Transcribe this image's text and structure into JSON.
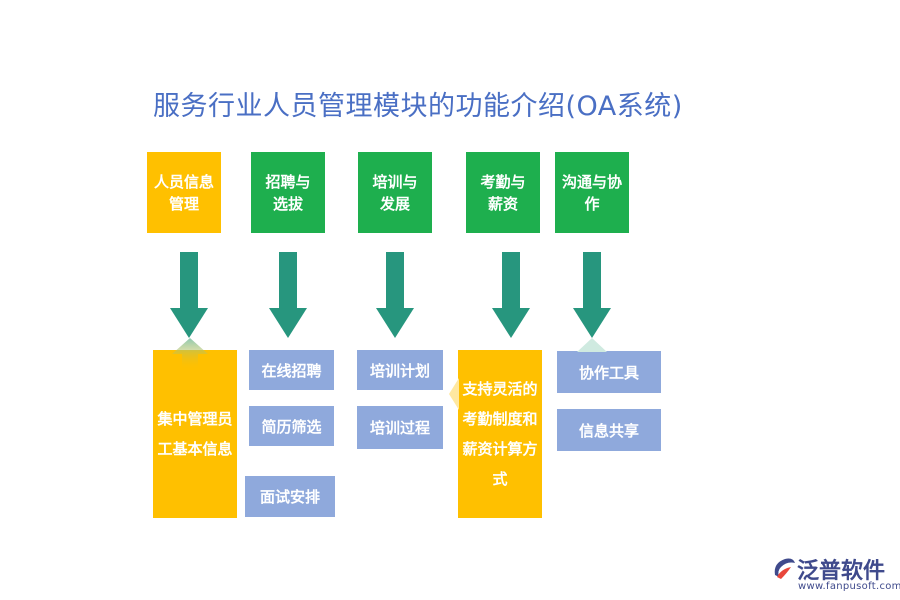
{
  "title": "服务行业人员管理模块的功能介绍(OA系统)",
  "categories": [
    {
      "line1": "人员信息",
      "line2": "管理",
      "color": "#FFC000"
    },
    {
      "line1": "招聘与",
      "line2": "选拔",
      "color": "#1EAF4E"
    },
    {
      "line1": "培训与",
      "line2": "发展",
      "color": "#1EAF4E"
    },
    {
      "line1": "考勤与",
      "line2": "薪资",
      "color": "#1EAF4E"
    },
    {
      "line1": "沟通与协",
      "line2": "作",
      "color": "#1EAF4E"
    }
  ],
  "details": {
    "personnel": {
      "line1": "集中管理员",
      "line2": "工基本信息"
    },
    "recruit": [
      "在线招聘",
      "简历筛选",
      "面试安排"
    ],
    "training": [
      "培训计划",
      "培训过程"
    ],
    "attendance": {
      "line1": "支持灵活的",
      "line2": "考勤制度和",
      "line3": "薪资计算方",
      "line4": "式"
    },
    "communication": [
      "协作工具",
      "信息共享"
    ]
  },
  "colors": {
    "arrow": "#27967E",
    "title": "#4A6FC4",
    "blue_box": "#8FA9DC"
  },
  "logo": {
    "name": "泛普软件",
    "url": "www.fanpusoft.com",
    "icon": "fanpu-logo-icon"
  }
}
